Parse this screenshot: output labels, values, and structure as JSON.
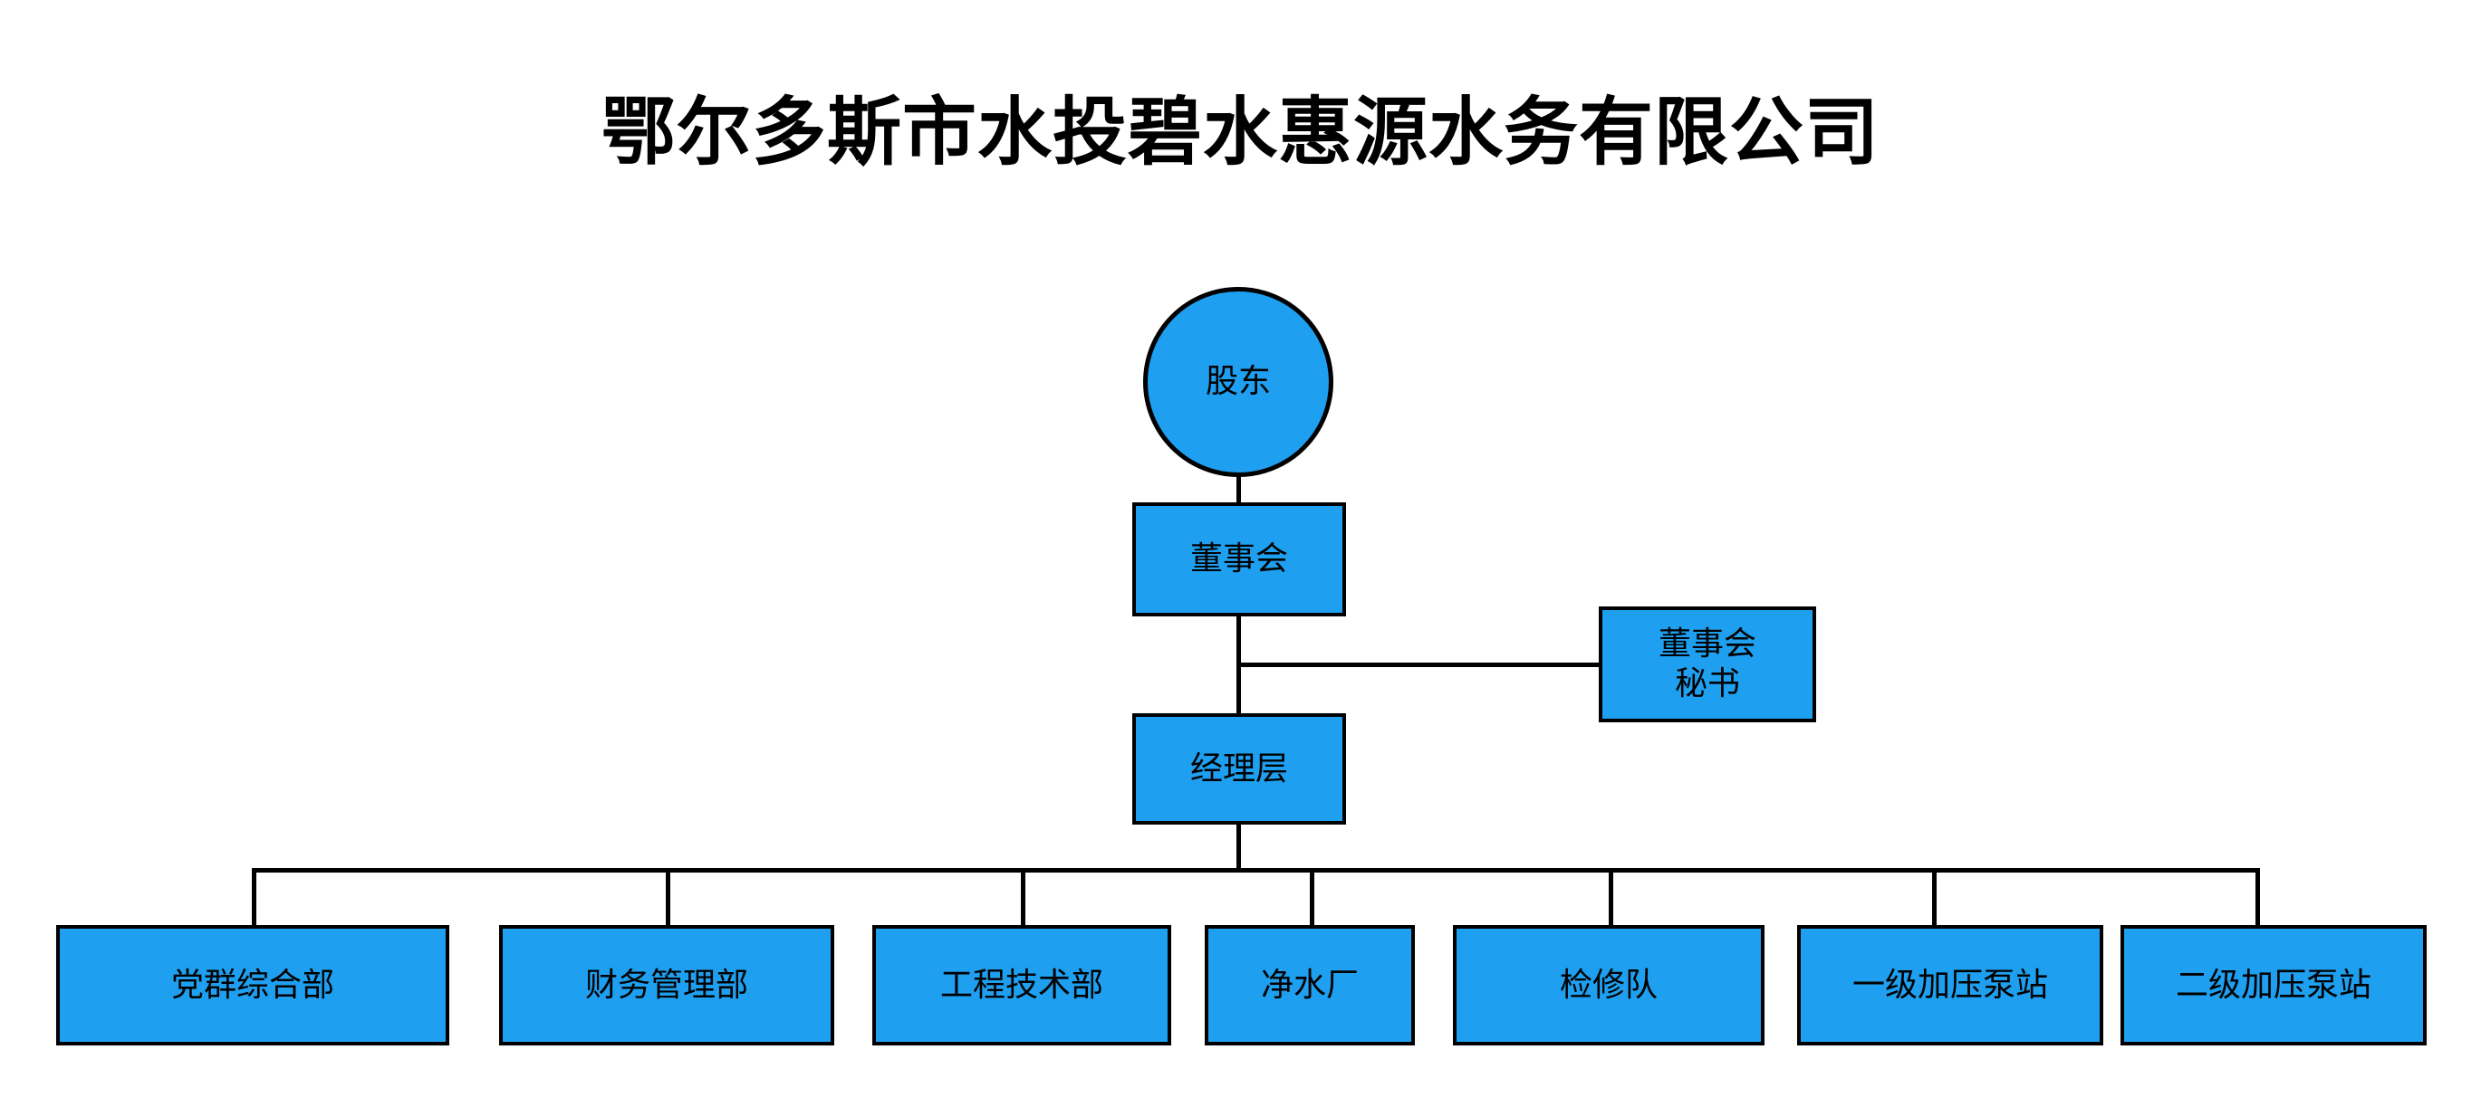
{
  "title": "鄂尔多斯市水投碧水惠源水务有限公司",
  "theme": {
    "node_fill": "#1F9FEF",
    "node_border": "#000000",
    "text_color": "#000000",
    "background": "#ffffff",
    "line_color": "#000000"
  },
  "chart_data": {
    "type": "diagram",
    "diagram_type": "organizational-chart",
    "title": "鄂尔多斯市水投碧水惠源水务有限公司",
    "orientation": "top-down",
    "nodes": [
      {
        "id": "shareholders",
        "label": "股东",
        "shape": "circle",
        "level": 0
      },
      {
        "id": "board",
        "label": "董事会",
        "shape": "rect",
        "level": 1
      },
      {
        "id": "secretary",
        "label": "董事会\n秘书",
        "shape": "rect",
        "level": 1,
        "attachment": "staff"
      },
      {
        "id": "management",
        "label": "经理层",
        "shape": "rect",
        "level": 2
      },
      {
        "id": "dept1",
        "label": "党群综合部",
        "shape": "rect",
        "level": 3
      },
      {
        "id": "dept2",
        "label": "财务管理部",
        "shape": "rect",
        "level": 3
      },
      {
        "id": "dept3",
        "label": "工程技术部",
        "shape": "rect",
        "level": 3
      },
      {
        "id": "dept4",
        "label": "净水厂",
        "shape": "rect",
        "level": 3
      },
      {
        "id": "dept5",
        "label": "检修队",
        "shape": "rect",
        "level": 3
      },
      {
        "id": "dept6",
        "label": "一级加压泵站",
        "shape": "rect",
        "level": 3
      },
      {
        "id": "dept7",
        "label": "二级加压泵站",
        "shape": "rect",
        "level": 3
      }
    ],
    "edges": [
      {
        "from": "shareholders",
        "to": "board"
      },
      {
        "from": "board",
        "to": "management"
      },
      {
        "from": "board",
        "to": "secretary",
        "style": "staff-branch"
      },
      {
        "from": "management",
        "to": "dept1"
      },
      {
        "from": "management",
        "to": "dept2"
      },
      {
        "from": "management",
        "to": "dept3"
      },
      {
        "from": "management",
        "to": "dept4"
      },
      {
        "from": "management",
        "to": "dept5"
      },
      {
        "from": "management",
        "to": "dept6"
      },
      {
        "from": "management",
        "to": "dept7"
      }
    ]
  },
  "nodes": {
    "shareholders": {
      "label": "股东"
    },
    "board": {
      "label": "董事会"
    },
    "secretary": {
      "line1": "董事会",
      "line2": "秘书"
    },
    "management": {
      "label": "经理层"
    },
    "departments": [
      {
        "label": "党群综合部"
      },
      {
        "label": "财务管理部"
      },
      {
        "label": "工程技术部"
      },
      {
        "label": "净水厂"
      },
      {
        "label": "检修队"
      },
      {
        "label": "一级加压泵站"
      },
      {
        "label": "二级加压泵站"
      }
    ]
  }
}
